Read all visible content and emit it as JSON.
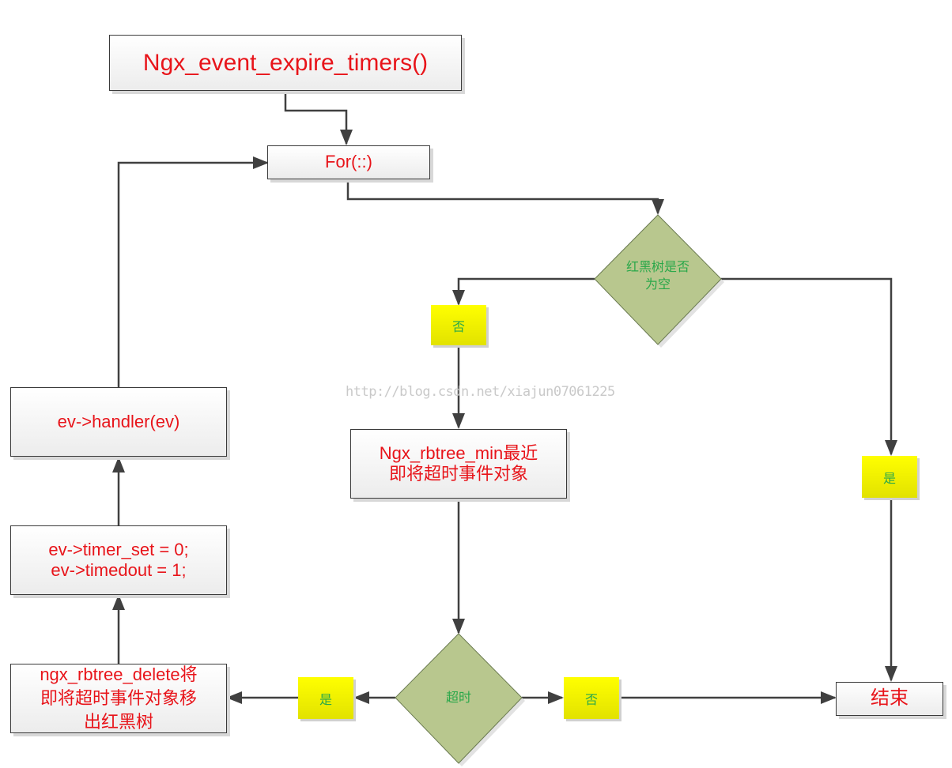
{
  "diagram": {
    "nodes": {
      "start": "Ngx_event_expire_timers()",
      "loop": "For(::)",
      "is_empty_decision": [
        "红黑树是否",
        "为空"
      ],
      "no_tag_top": "否",
      "yes_tag_right": "是",
      "rbtree_min": [
        "Ngx_rbtree_min最近",
        "即将超时事件对象"
      ],
      "timeout_decision": "超时",
      "no_tag_bottom": "否",
      "yes_tag_bottom": "是",
      "end": "结束",
      "rbtree_delete": [
        "ngx_rbtree_delete将",
        "即将超时事件对象移",
        "出红黑树"
      ],
      "set_flags": [
        "ev->timer_set = 0;",
        "ev->timedout = 1;"
      ],
      "handler": "ev->handler(ev)"
    },
    "watermark": "http://blog.csdn.net/xiajun07061225",
    "colors": {
      "box_text": "#e8141a",
      "decision_fill": "#b5c48c",
      "tag_fill": "#f2f200",
      "label_text": "#2aa84a",
      "connector": "#404040"
    }
  }
}
